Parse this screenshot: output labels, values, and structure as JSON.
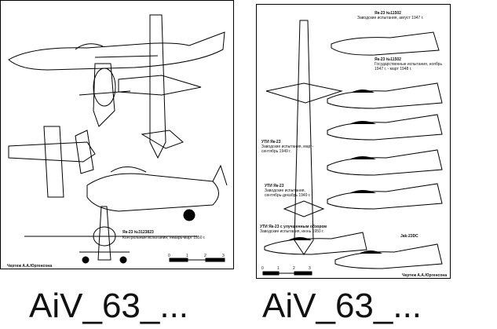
{
  "thumbnails": [
    {
      "caption": "AiV_63_...",
      "drawing": {
        "title": "Як-23 №3123823",
        "subtitle": "Контрольные испытания, январь-март 1950 г.",
        "credit": "Чертеж А.А.Юргенсона",
        "scale": [
          "0",
          "1",
          "2",
          "3"
        ]
      }
    },
    {
      "caption": "AiV_63_...",
      "drawing": {
        "labels": [
          {
            "title": "Як-23 №11502",
            "subtitle": "Заводские испытания, август 1947 г."
          },
          {
            "title": "Як-23 №11502",
            "subtitle": "Государственные испытания, ноябрь 1947 г. - март 1948 г."
          },
          {
            "title": "УТИ Як-23",
            "subtitle": "Заводские испытания, март-сентябрь 1949 г."
          },
          {
            "title": "УТИ Як-23",
            "subtitle": "Заводские испытания, сентябрь-декабрь 1949 г."
          },
          {
            "title": "УТИ Як-23 с улучшенным обзором",
            "subtitle": "Заводские испытания, июнь 1950 г."
          },
          {
            "title": "Jak-23DC",
            "subtitle": ""
          }
        ],
        "credit": "Чертеж А.А.Юргенсона",
        "scale": [
          "0",
          "1",
          "2",
          "3"
        ]
      }
    }
  ]
}
